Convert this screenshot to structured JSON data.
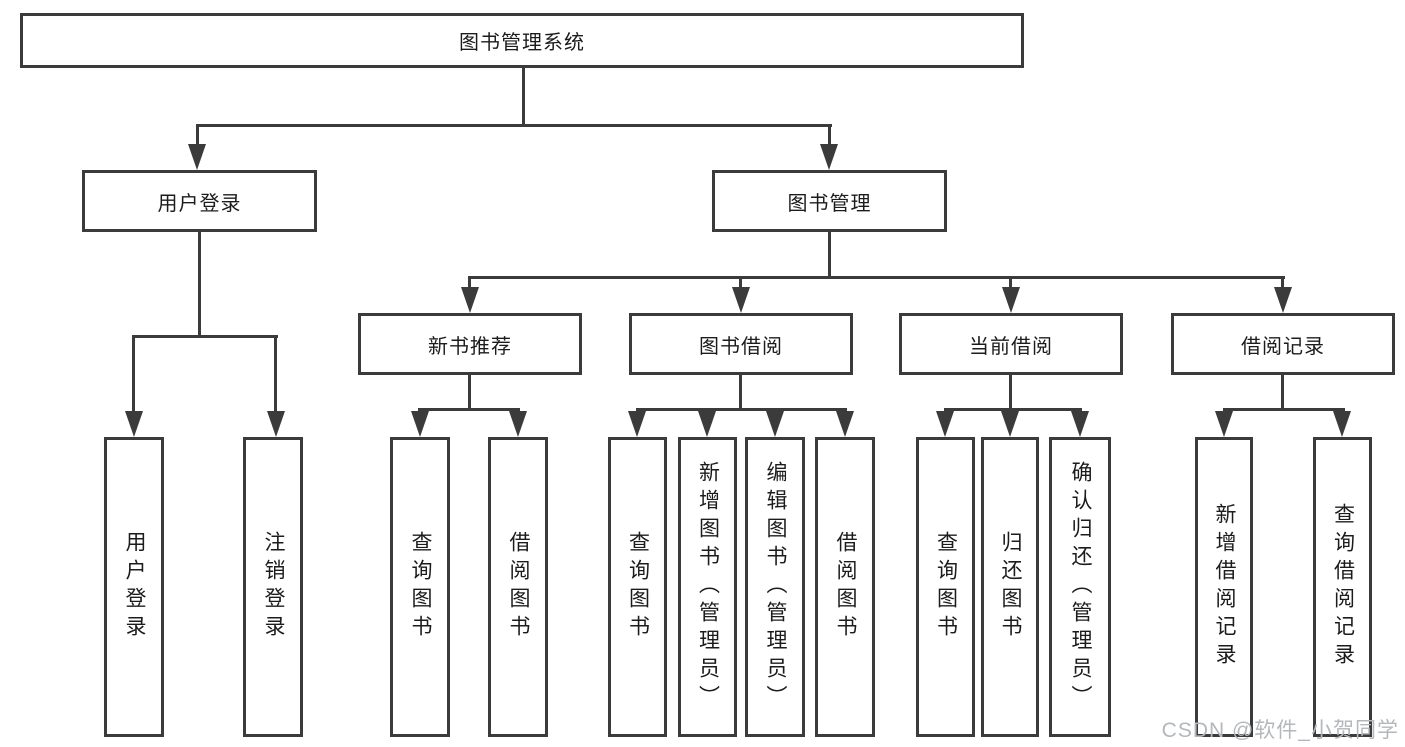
{
  "nodes": {
    "root": "图书管理系统",
    "user_login": "用户登录",
    "book_mgmt": "图书管理",
    "new_books": "新书推荐",
    "book_borrow": "图书借阅",
    "current_borrow": "当前借阅",
    "borrow_records": "借阅记录",
    "leaves": {
      "user_login": [
        "用户登录",
        "注销登录"
      ],
      "new_books": [
        "查询图书",
        "借阅图书"
      ],
      "book_borrow": [
        "查询图书",
        "新增图书（管理员）",
        "编辑图书（管理员）",
        "借阅图书"
      ],
      "current_borrow": [
        "查询图书",
        "归还图书",
        "确认归还（管理员）"
      ],
      "borrow_records": [
        "新增借阅记录",
        "查询借阅记录"
      ]
    }
  },
  "watermark": "CSDN @软件_小贺同学",
  "colors": {
    "line": "#3b3b3b",
    "text": "#1c1c1c",
    "background": "#ffffff",
    "watermark": "#b4b7bb"
  }
}
